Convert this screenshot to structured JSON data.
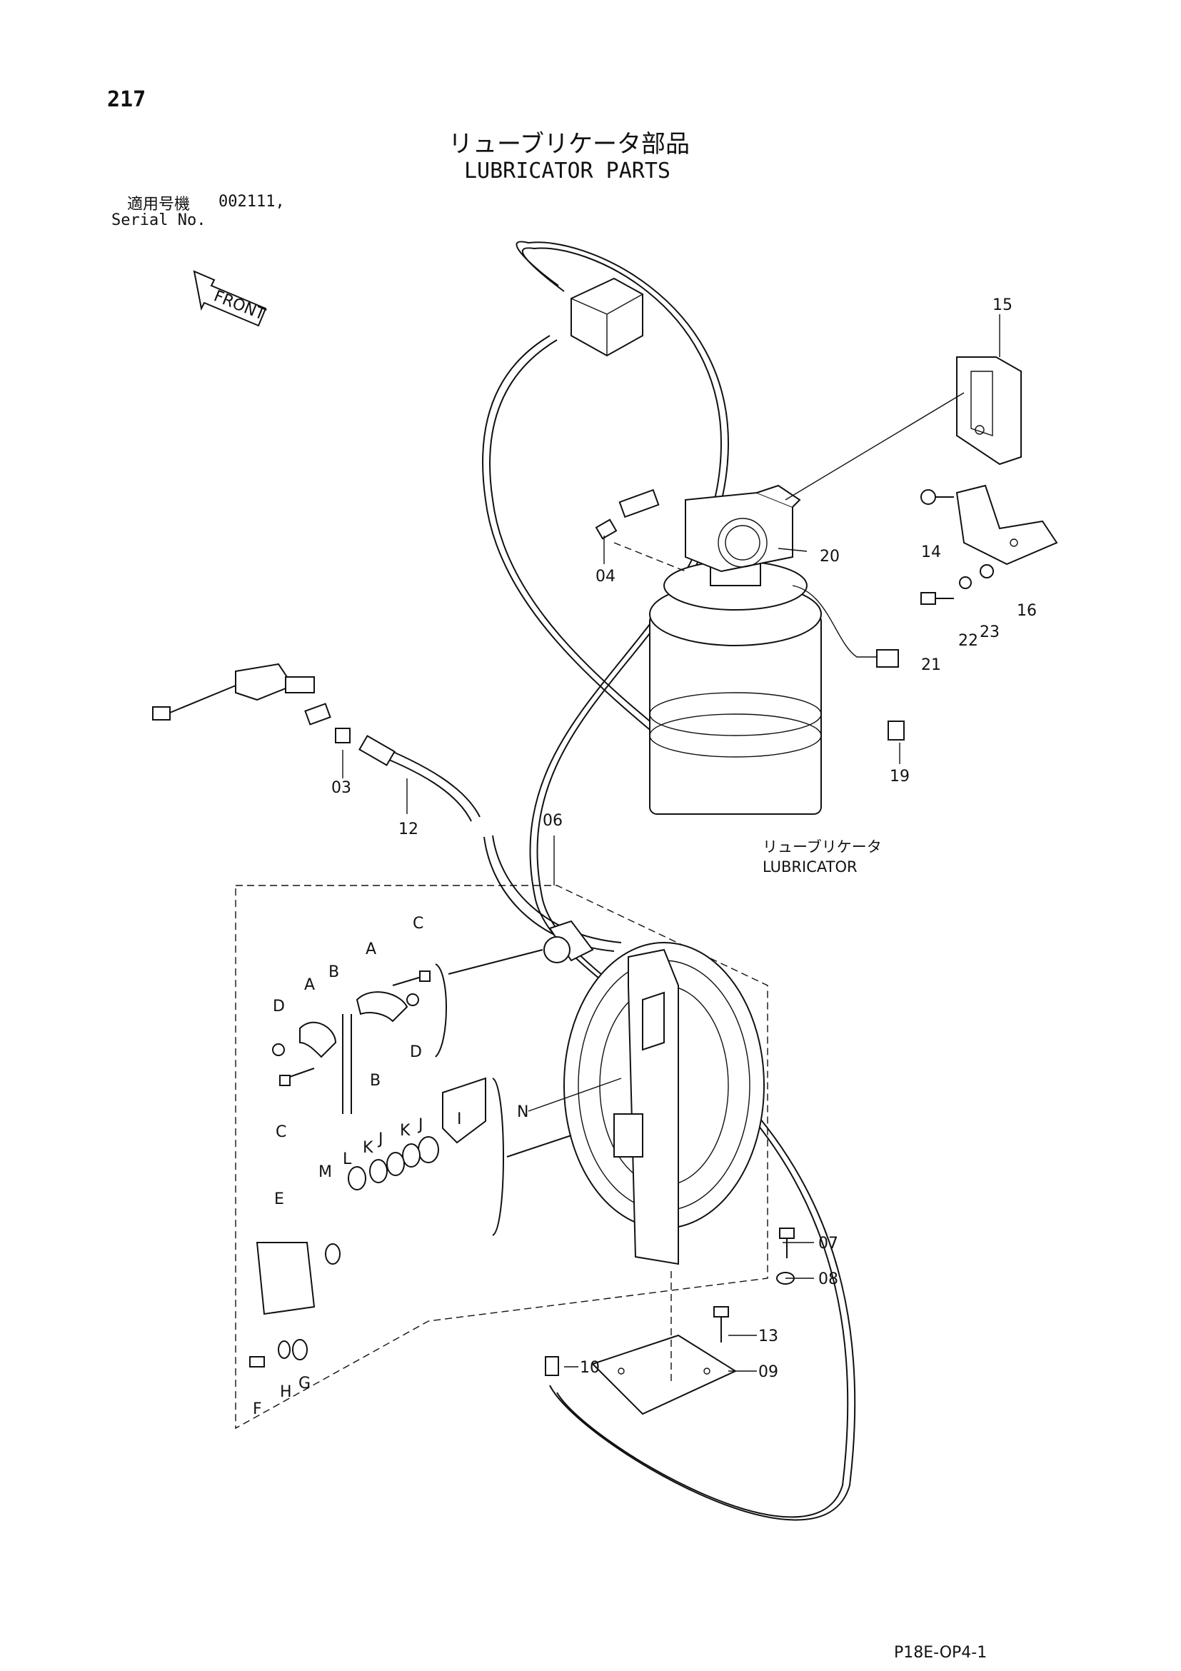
{
  "header": {
    "page_number": "217",
    "title_jp": "リューブリケータ部品",
    "title_en": "LUBRICATOR PARTS",
    "serial_label_jp": "適用号機",
    "serial_value": "002111,",
    "serial_label_en": "Serial No."
  },
  "front_arrow": {
    "label": "FRONT"
  },
  "lubricator_label": {
    "jp": "リューブリケータ",
    "en": "LUBRICATOR"
  },
  "callouts": {
    "c03": "03",
    "c04": "04",
    "c06": "06",
    "c07": "07",
    "c08": "08",
    "c09": "09",
    "c10": "10",
    "c12": "12",
    "c13": "13",
    "c14": "14",
    "c15": "15",
    "c16": "16",
    "c19": "19",
    "c20": "20",
    "c21": "21",
    "c22": "22",
    "c23": "23",
    "A": "A",
    "B": "B",
    "C": "C",
    "D": "D",
    "E": "E",
    "F": "F",
    "G": "G",
    "H": "H",
    "I": "I",
    "J": "J",
    "K": "K",
    "L": "L",
    "M": "M",
    "N": "N"
  },
  "footer": {
    "page_code": "P18E-OP4-1"
  }
}
